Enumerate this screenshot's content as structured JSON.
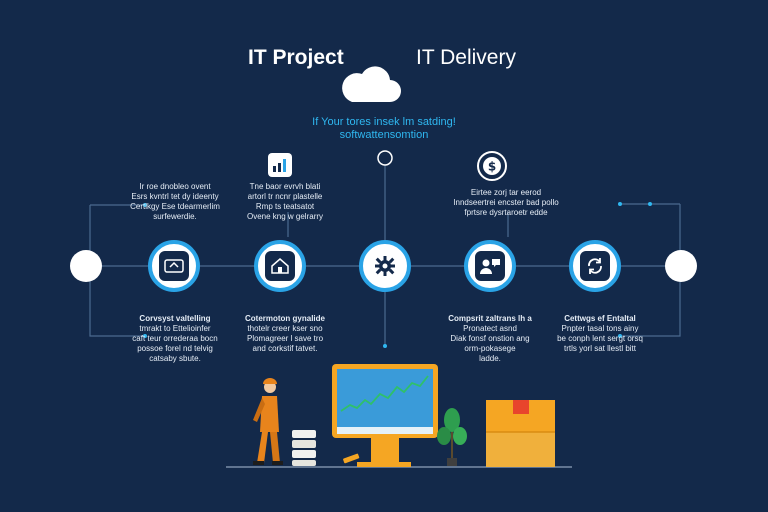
{
  "header": {
    "title_left": "IT Project",
    "title_right": "IT Delivery",
    "subtitle_line1": "If Your tores insek lm satding!",
    "subtitle_line2": "softwattensomtion"
  },
  "nodes": [
    {
      "icon": "cloud-upload-icon",
      "label_bottom": "Corvsyst valtelling\ntmrakt to Ettelioinfer\ncaft teur orrederaa bocn\npossoe forel nd telvig\ncatsaby sbute."
    },
    {
      "icon": "home-cloud-icon",
      "label_bottom": "Cotermoton gynalide\nthotelr creer kser sno\nPlomagreer l save tro\nand corkstif tatvet."
    },
    {
      "icon": "gear-icon",
      "label_bottom": ""
    },
    {
      "icon": "users-chat-icon",
      "label_bottom": "Compsrit zaltrans lh a\nPronatect asnd\nDiak fonsf onstion ang\norm-pokasege\nladde."
    },
    {
      "icon": "refresh-cycle-icon",
      "label_bottom": "Cettwgs ef Entaltal\nPnpter tasal tons ainy\nbe conph lent sergt orsq\ntrtls yorl sat llestl bitt"
    }
  ],
  "top_labels": [
    {
      "icon": "",
      "text": "Ir roe dnobleo ovent\nEsrs kvntrl tet dy ideenty\nCertlkgy Ese tdearmerlim\nsurfewerdie."
    },
    {
      "icon": "bar-chart-icon",
      "text": "Tne baor evrvh blati\nartorl tr ncnr plastelle\nRmp ts teatsatot\nOvene kng w gelrarry"
    },
    {
      "icon": "",
      "text": ""
    },
    {
      "icon": "dollar-refresh-icon",
      "text": "Eirtee zorj tar eerod\nInndseertrei encster bad pollo\nfprtsre dysrtaroetr edde"
    }
  ],
  "colors": {
    "background": "#13294a",
    "accent": "#2aa3e6",
    "subtitle": "#2fb7f0",
    "orange": "#f5a623",
    "green": "#2e9e4f"
  }
}
